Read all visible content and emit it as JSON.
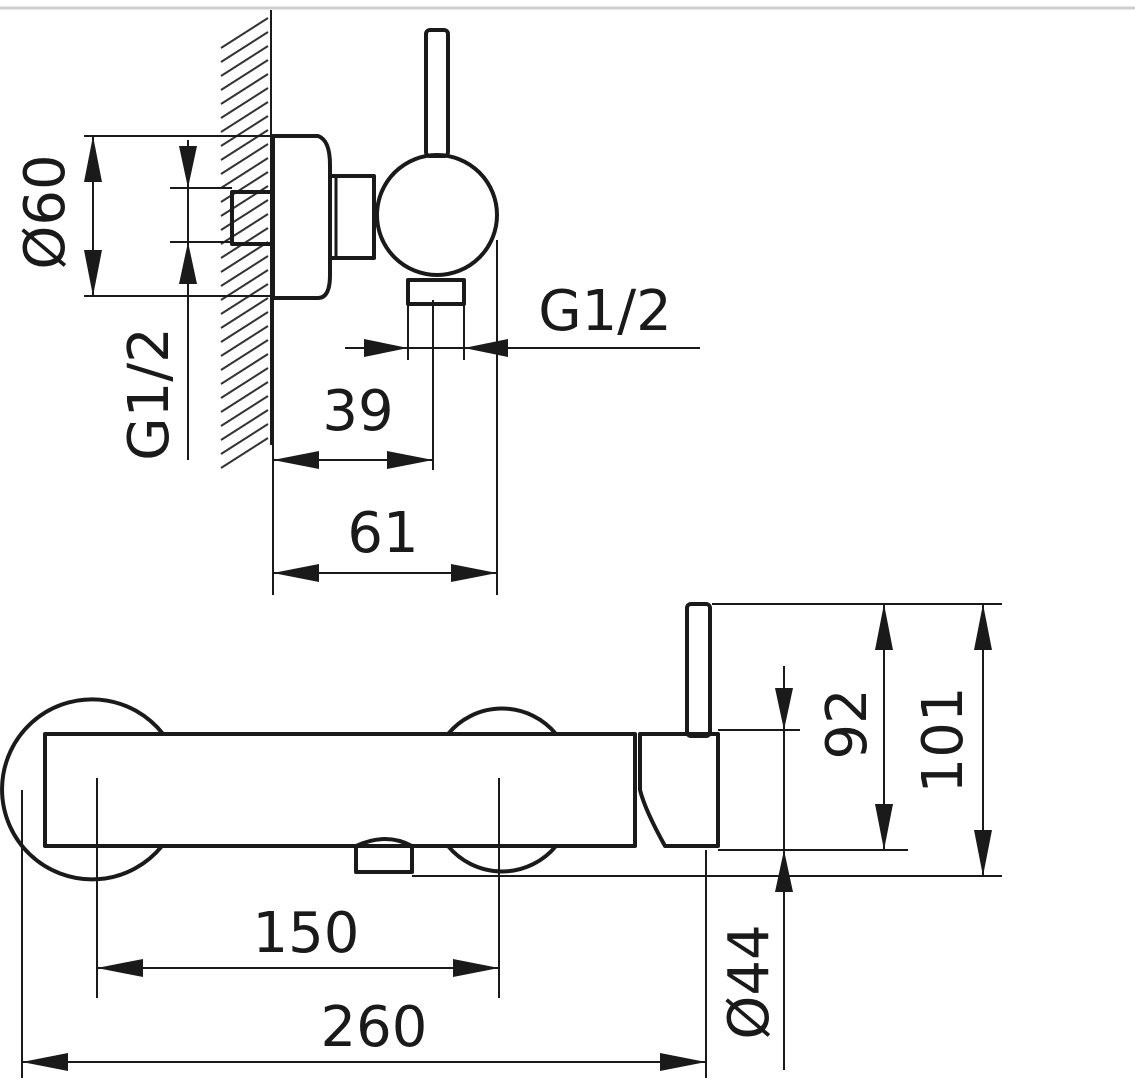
{
  "dimensions": {
    "side_view": {
      "body_diameter": "Ø60",
      "wall_inlet_thread": "G1/2",
      "outlet_thread": "G1/2",
      "outlet_offset": "39",
      "body_depth": "61"
    },
    "front_view": {
      "inlet_spacing": "150",
      "overall_length": "260",
      "outlet_diameter": "Ø44",
      "body_height": "92",
      "overall_height": "101"
    }
  }
}
